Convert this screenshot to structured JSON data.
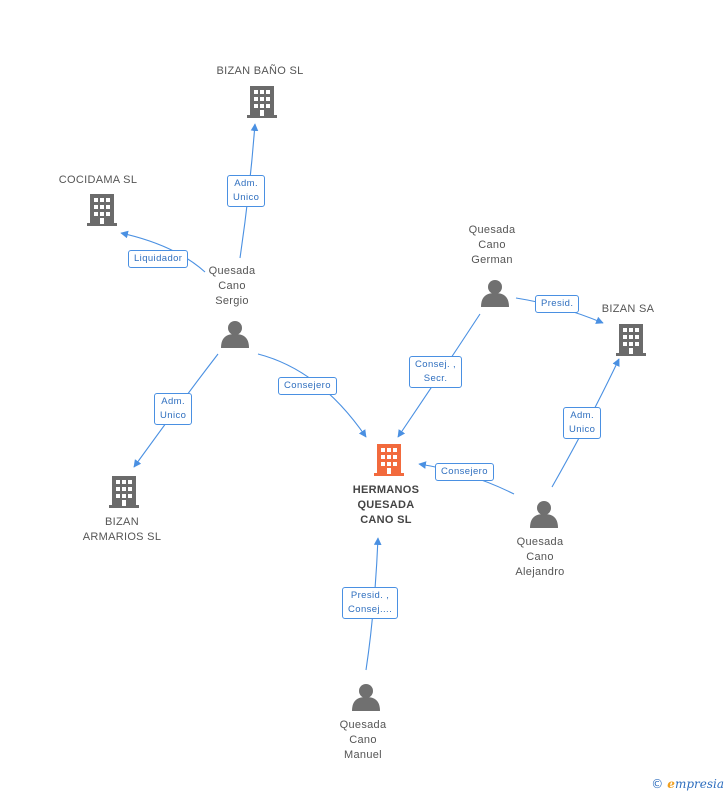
{
  "colors": {
    "edge": "#4a90e2",
    "company": "#6b6b6b",
    "focus_company": "#f26a3d",
    "person": "#707070"
  },
  "nodes": {
    "bizan_bano": {
      "label": "BIZAN BAÑO SL",
      "type": "company"
    },
    "cocidama": {
      "label": "COCIDAMA SL",
      "type": "company"
    },
    "bizan_sa": {
      "label": "BIZAN SA",
      "type": "company"
    },
    "bizan_armarios": {
      "label": "BIZAN\nARMARIOS SL",
      "type": "company"
    },
    "hermanos": {
      "label": "HERMANOS\nQUESADA\nCANO SL",
      "type": "focus-company"
    },
    "sergio": {
      "label": "Quesada\nCano\nSergio",
      "type": "person"
    },
    "german": {
      "label": "Quesada\nCano\nGerman",
      "type": "person"
    },
    "alejandro": {
      "label": "Quesada\nCano\nAlejandro",
      "type": "person"
    },
    "manuel": {
      "label": "Quesada\nCano\nManuel",
      "type": "person"
    }
  },
  "edges": [
    {
      "id": "sergio-bizan_bano",
      "label": "Adm.\nUnico"
    },
    {
      "id": "sergio-cocidama",
      "label": "Liquidador"
    },
    {
      "id": "sergio-bizan_armarios",
      "label": "Adm.\nUnico"
    },
    {
      "id": "sergio-hermanos",
      "label": "Consejero"
    },
    {
      "id": "german-bizan_sa",
      "label": "Presid."
    },
    {
      "id": "german-hermanos",
      "label": "Consej. ,\nSecr."
    },
    {
      "id": "alejandro-bizan_sa",
      "label": "Adm.\nUnico"
    },
    {
      "id": "alejandro-hermanos",
      "label": "Consejero"
    },
    {
      "id": "manuel-hermanos",
      "label": "Presid. ,\nConsej...."
    }
  ],
  "brand": {
    "copyright": "©",
    "initial": "e",
    "rest": "mpresia"
  }
}
